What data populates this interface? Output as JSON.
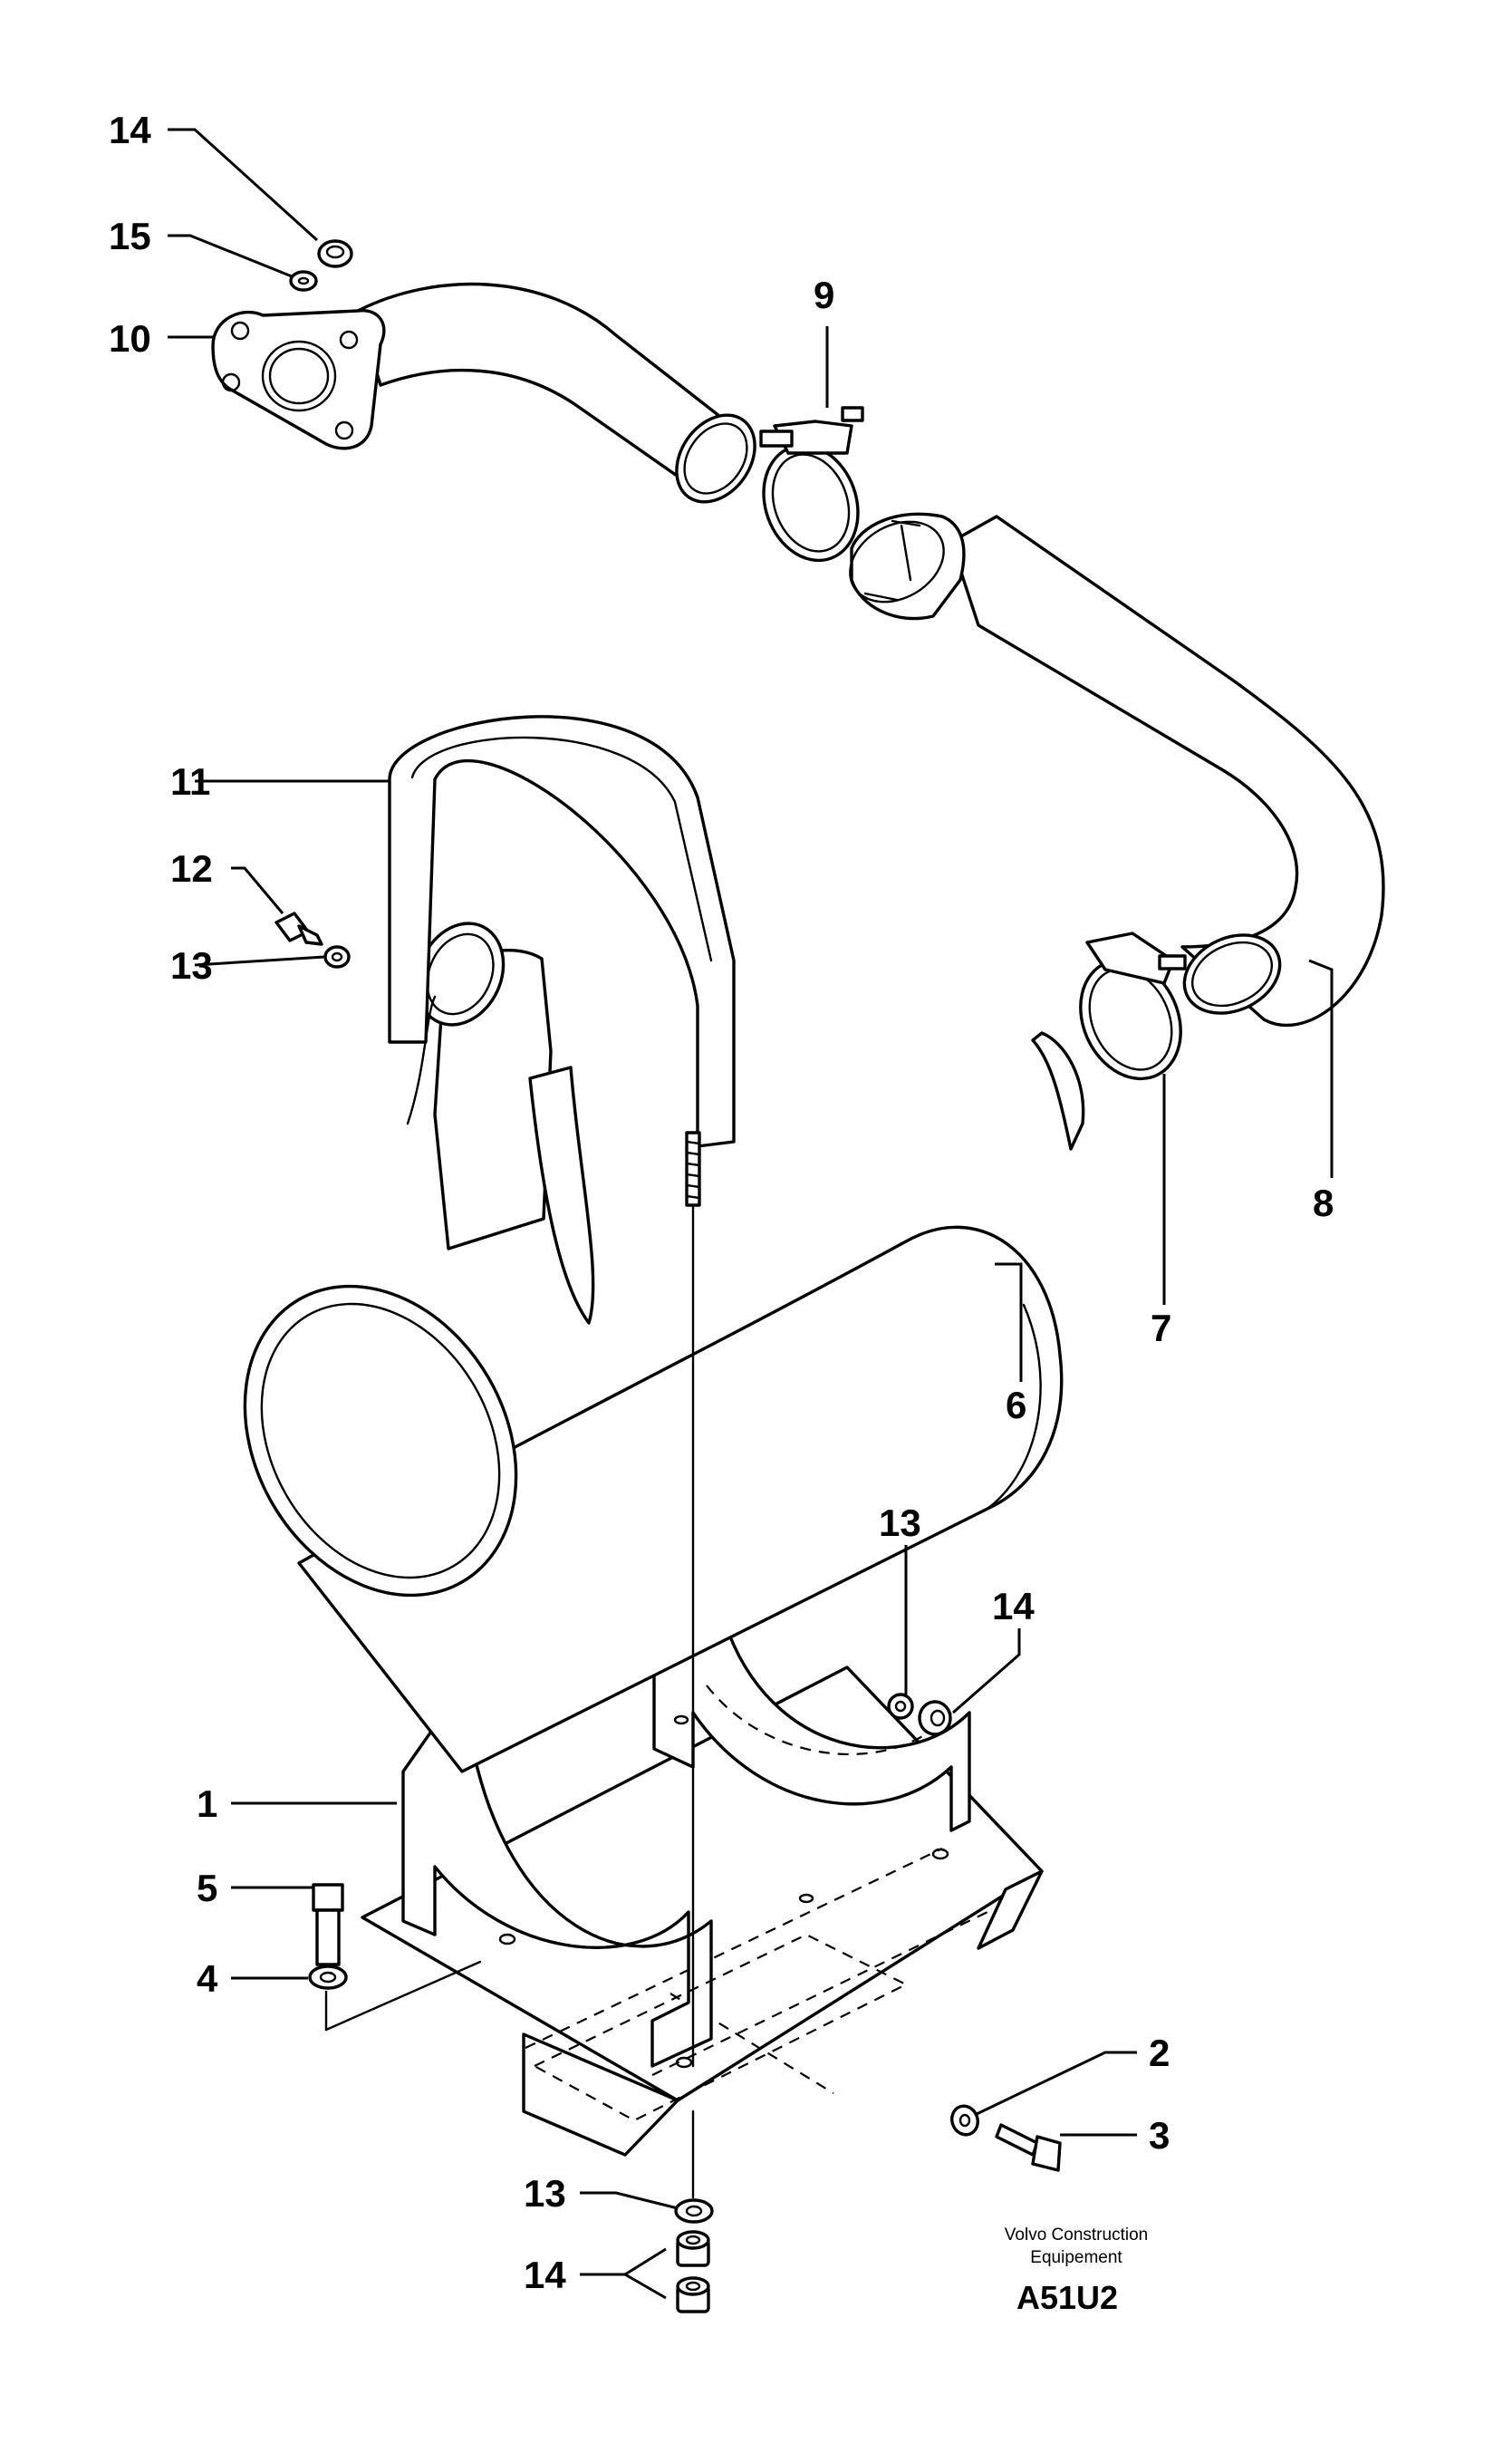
{
  "callouts": {
    "c1": "1",
    "c2": "2",
    "c3": "3",
    "c4": "4",
    "c5": "5",
    "c6": "6",
    "c7": "7",
    "c8": "8",
    "c9": "9",
    "c10": "10",
    "c11": "11",
    "c12": "12",
    "c13a": "13",
    "c13b": "13",
    "c13c": "13",
    "c14a": "14",
    "c14b": "14",
    "c14c": "14",
    "c15": "15"
  },
  "footer": {
    "brand_line1": "Volvo Construction",
    "brand_line2": "Equipement",
    "drawing_code": "A51U2"
  }
}
